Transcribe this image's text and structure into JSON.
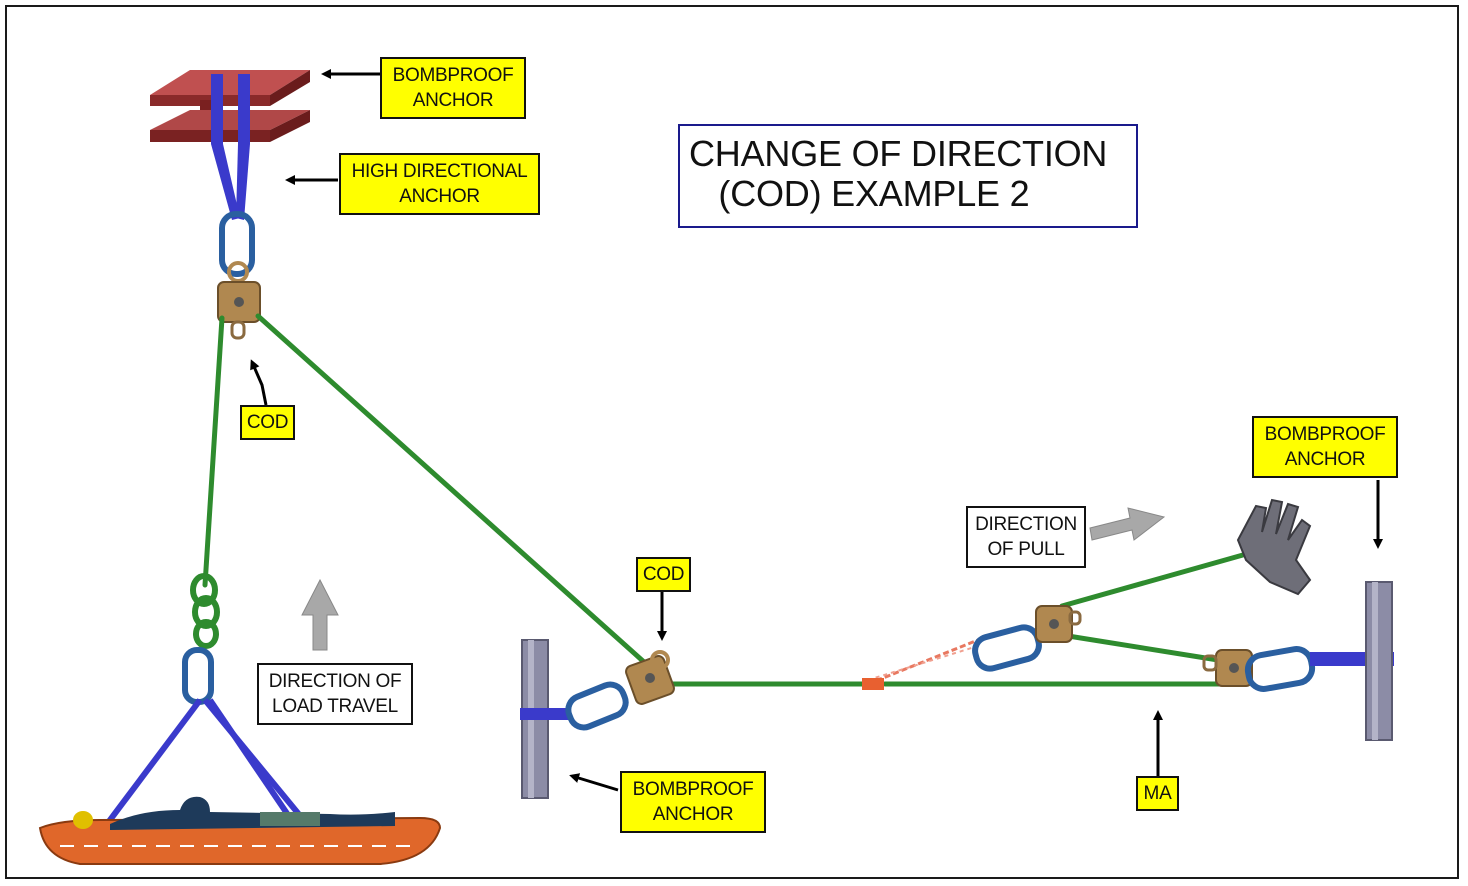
{
  "title": {
    "line1": "CHANGE OF DIRECTION",
    "line2": "   (COD) EXAMPLE 2"
  },
  "labels": {
    "top_anchor": "BOMBPROOF\nANCHOR",
    "high_directional": "HIGH DIRECTIONAL\nANCHOR",
    "cod_top": "COD",
    "cod_middle": "COD",
    "direction_of_load": "DIRECTION OF\nLOAD TRAVEL",
    "bottom_anchor": "BOMBPROOF\nANCHOR",
    "direction_of_pull": "DIRECTION\nOF PULL",
    "right_anchor": "BOMBPROOF\nANCHOR",
    "ma": "MA"
  },
  "colors": {
    "label_fill": "#ffff00",
    "rope": "#2e8b2e",
    "webbing": "#3a3acb",
    "carabiner": "#2a5fa0",
    "pulley": "#b08850",
    "post": "#8c8ca6",
    "litter": "#e0672a",
    "title_border": "#1a1a8c"
  },
  "icons": [
    "i-beam-icon",
    "pulley-icon",
    "carabiner-icon",
    "figure-eight-knot-icon",
    "litter-icon",
    "glove-icon",
    "anchor-post-icon",
    "arrow-icon"
  ]
}
